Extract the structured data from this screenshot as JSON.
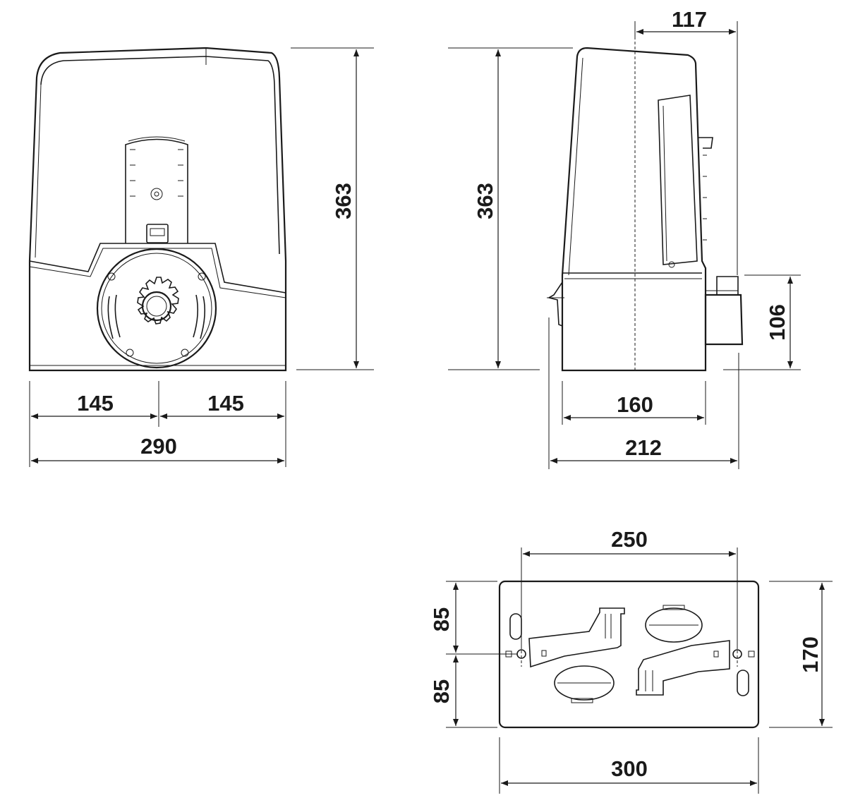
{
  "front_view": {
    "height_label": "363",
    "left_half_label": "145",
    "right_half_label": "145",
    "width_label": "290"
  },
  "side_view": {
    "height_label": "363",
    "top_offset_label": "117",
    "bracket_height_label": "106",
    "base_width_label": "160",
    "total_width_label": "212"
  },
  "base_plate": {
    "hole_spacing_label": "250",
    "upper_half_label": "85",
    "lower_half_label": "85",
    "height_label": "170",
    "width_label": "300"
  }
}
